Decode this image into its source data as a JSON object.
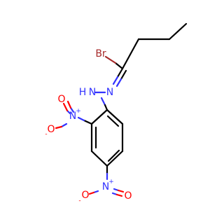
{
  "molecule": {
    "atoms": {
      "br": "Br",
      "n_imine": "N",
      "nh": "H",
      "nh_n": "N",
      "nitro1_n": "N",
      "nitro1_n_charge": "+",
      "nitro1_o_top": "O",
      "nitro1_o_left": "O",
      "nitro1_o_left_charge": "-",
      "nitro2_n": "N",
      "nitro2_n_charge": "+",
      "nitro2_o_left": "O",
      "nitro2_o_left_charge": "-",
      "nitro2_o_right": "O"
    },
    "colors": {
      "carbon": "#000000",
      "nitrogen": "#3333ff",
      "oxygen": "#ff0000",
      "bromine": "#a62929"
    }
  }
}
